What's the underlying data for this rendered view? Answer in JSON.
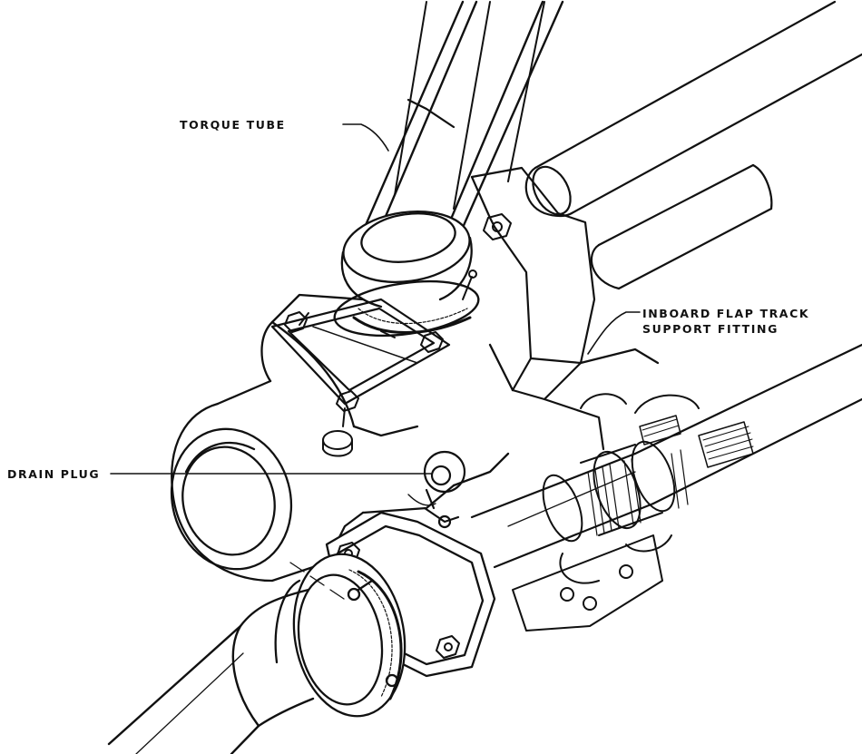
{
  "labels": {
    "torque_tube": "TORQUE TUBE",
    "flap_track_line1": "INBOARD FLAP TRACK",
    "flap_track_line2": "SUPPORT FITTING",
    "drain_plug": "DRAIN PLUG"
  },
  "colors": {
    "ink": "#111111",
    "paper": "#ffffff"
  }
}
